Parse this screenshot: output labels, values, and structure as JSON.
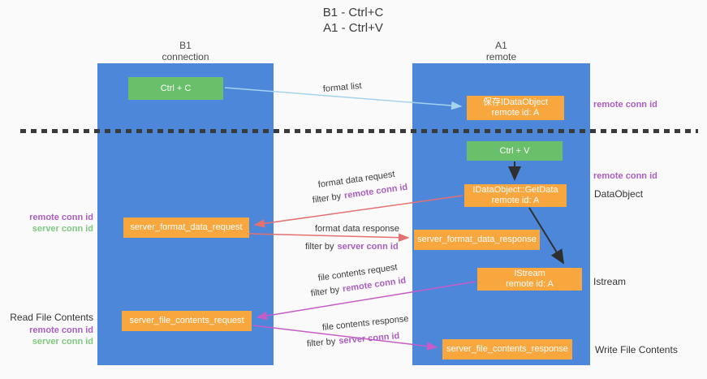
{
  "title": {
    "line1": "B1 - Ctrl+C",
    "line2": "A1 - Ctrl+V"
  },
  "columns": {
    "b1": {
      "header_line1": "B1",
      "header_line2": "connection"
    },
    "a1": {
      "header_line1": "A1",
      "header_line2": "remote"
    }
  },
  "boxes": {
    "ctrl_c": "Ctrl + C",
    "ctrl_v": "Ctrl + V",
    "save_idataobject": {
      "line1": "保存IDataObject",
      "line2": "remote id: A"
    },
    "getdata": {
      "line1": "IDataObject::GetData",
      "line2": "remote id: A"
    },
    "istream": {
      "line1": "IStream",
      "line2": "remote id: A"
    },
    "server_format_data_request": "server_format_data_request",
    "server_format_data_response": "server_format_data_response",
    "server_file_contents_request": "server_file_contents_request",
    "server_file_contents_response": "server_file_contents_response"
  },
  "arrow_labels": {
    "format_list": "format list",
    "format_data_request": "format data request",
    "format_data_response": "format data response",
    "file_contents_request": "file contents request",
    "file_contents_response": "file contents response",
    "filter_by": "filter by",
    "remote_conn_id": "remote conn id",
    "server_conn_id": "server conn id"
  },
  "side_labels": {
    "remote_conn_id": "remote conn id",
    "server_conn_id": "server conn id",
    "data_object": "DataObject",
    "istream": "Istream",
    "read_file_contents": "Read File Contents",
    "write_file_contents": "Write File Contents"
  },
  "colors": {
    "column_blue": "#4d87d9",
    "box_green": "#6abf6b",
    "box_orange": "#f8a63e",
    "arrow_light_blue": "#a5d2ef",
    "arrow_red": "#e57070",
    "arrow_magenta": "#c75bc7",
    "arrow_black": "#2f2f2f",
    "label_purple": "#aa5ec0",
    "label_green": "#7fc87f",
    "background": "#fafafa"
  }
}
